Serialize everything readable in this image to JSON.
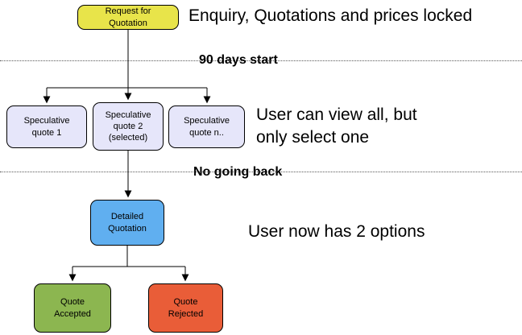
{
  "nodes": {
    "request": {
      "label": "Request for\nQuotation",
      "color": "#e8e44a"
    },
    "spec1": {
      "label": "Speculative\nquote 1",
      "color": "#e6e6fa"
    },
    "spec2": {
      "label": "Speculative\nquote 2\n(selected)",
      "color": "#e6e6fa"
    },
    "specn": {
      "label": "Speculative\nquote n..",
      "color": "#e6e6fa"
    },
    "detailed": {
      "label": "Detailed\nQuotation",
      "color": "#60aff0"
    },
    "accepted": {
      "label": "Quote\nAccepted",
      "color": "#8cb650"
    },
    "rejected": {
      "label": "Quote\nRejected",
      "color": "#e95d38"
    }
  },
  "annotations": {
    "enquiry": "Enquiry, Quotations and prices locked",
    "view_all": "User can view all, but\nonly select one",
    "two_options": "User now has 2 options"
  },
  "milestones": {
    "days_start": "90 days start",
    "no_going_back": "No going back"
  },
  "colors": {
    "line": "#000000",
    "divider": "#5a5a5a",
    "background": "#ffffff"
  }
}
